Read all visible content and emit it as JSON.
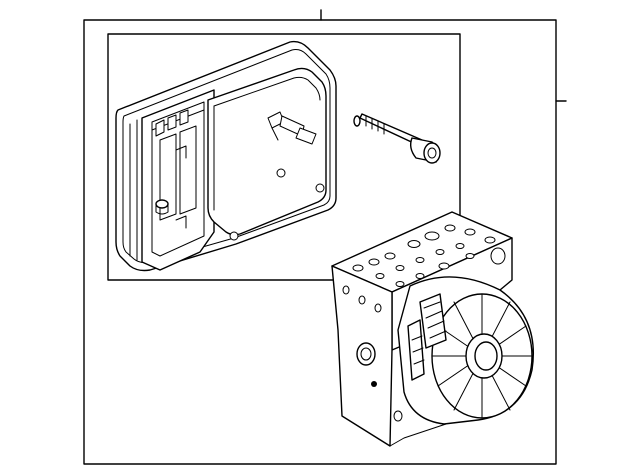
{
  "diagram": {
    "type": "exploded-parts-illustration",
    "callout_count": 2,
    "components": [
      {
        "id": "control-module",
        "icon": "ecu-module-icon"
      },
      {
        "id": "mounting-bolt",
        "icon": "bolt-icon"
      },
      {
        "id": "hydraulic-unit",
        "icon": "abs-modulator-icon"
      }
    ],
    "colors": {
      "line": "#000000",
      "background": "#ffffff"
    }
  }
}
